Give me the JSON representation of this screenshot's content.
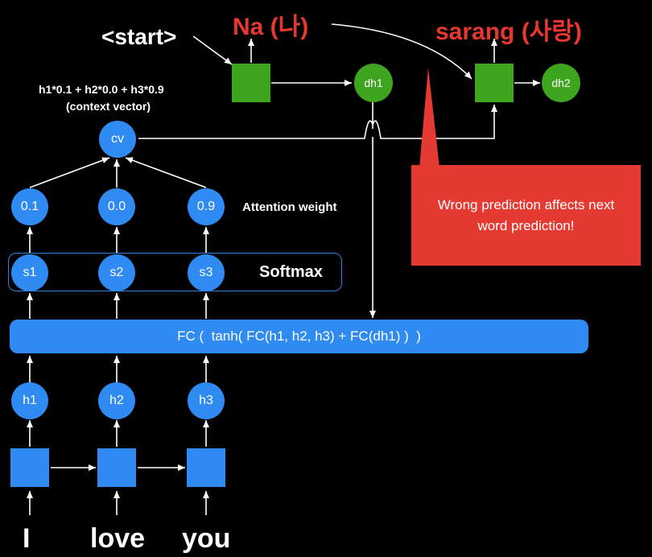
{
  "inputs": {
    "w1": "I",
    "w2": "love",
    "w3": "you"
  },
  "encoder_states": {
    "h1": "h1",
    "h2": "h2",
    "h3": "h3"
  },
  "fc_formula": "FC (  tanh( FC(h1, h2, h3) + FC(dh1) )  )",
  "scores": {
    "s1": "s1",
    "s2": "s2",
    "s3": "s3"
  },
  "softmax_label": "Softmax",
  "weights": {
    "w1": "0.1",
    "w2": "0.0",
    "w3": "0.9"
  },
  "attention_label": "Attention weight",
  "context": {
    "node": "cv",
    "formula": "h1*0.1 + h2*0.0 + h3*0.9",
    "caption": "(context vector)"
  },
  "decoder": {
    "start_token": "<start>",
    "output1": "Na (나)",
    "output2": "sarang (사랑)",
    "dh1": "dh1",
    "dh2": "dh2"
  },
  "callout_text": "Wrong prediction affects next word prediction!",
  "colors": {
    "blue": "#2f8bf2",
    "green": "#3ea51f",
    "red": "#e53a32"
  }
}
